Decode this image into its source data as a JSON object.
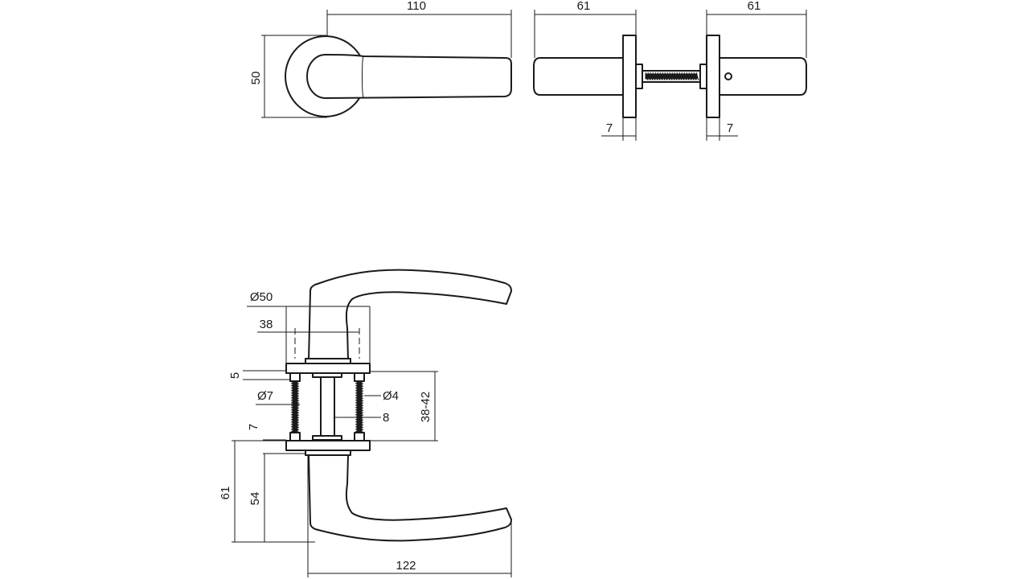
{
  "drawing": {
    "top_view": {
      "length_label": "110",
      "rose_label": "50"
    },
    "side_view": {
      "left_lever_label": "61",
      "right_lever_label": "61",
      "left_rose_label": "7",
      "right_rose_label": "7"
    },
    "front_view": {
      "rose_diameter_label": "Ø50",
      "bolt_spacing_label": "38",
      "rose_thickness_label": "5",
      "screw_diameter_label": "Ø7",
      "bolt_diameter_label": "Ø4",
      "spindle_label": "8",
      "door_thickness_label": "38-42",
      "rose_height_label": "7",
      "total_height_label": "61",
      "lever_height_label": "54",
      "lever_length_label": "122"
    }
  }
}
